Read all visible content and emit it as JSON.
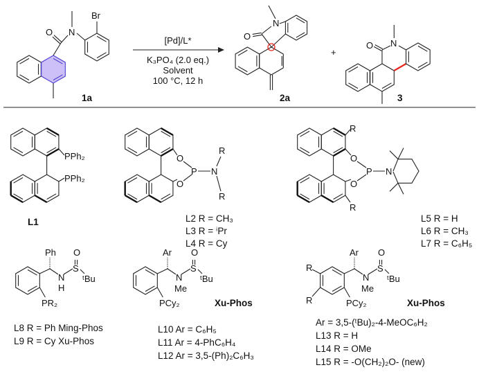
{
  "reaction": {
    "substrate_label": "1a",
    "product_label_spiro": "2a",
    "product_label_fused": "3",
    "plus": "+",
    "atoms": {
      "O": "O",
      "N": "N",
      "Br": "Br"
    },
    "conditions": {
      "catalyst": "[Pd]/",
      "ligand": "L*",
      "base": "K₃PO₄ (2.0 eq.)",
      "solvent": "Solvent",
      "temp_time": "100 °C, 12 h"
    },
    "colors": {
      "highlight_fill": "#cdbff7",
      "highlight_stroke": "#4b3fd6",
      "new_bond": "#e8251d"
    }
  },
  "ligands": {
    "L1": {
      "label": "L1",
      "sub": "PPh₂"
    },
    "binol_amine": {
      "atoms": {
        "O": "O",
        "P": "P",
        "N": "N",
        "R": "R"
      },
      "entries": [
        {
          "id": "L2",
          "text": " R = CH₃"
        },
        {
          "id": "L3",
          "text": " R = ⁱPr"
        },
        {
          "id": "L4",
          "text": " R = Cy"
        }
      ]
    },
    "binol_tmp": {
      "atoms": {
        "O": "O",
        "P": "P",
        "N": "N",
        "R": "R"
      },
      "entries": [
        {
          "id": "L5",
          "text": " R = H"
        },
        {
          "id": "L6",
          "text": " R = CH₃"
        },
        {
          "id": "L7",
          "text": " R = C₆H₅"
        }
      ]
    },
    "ming_phos": {
      "atoms": {
        "Ph": "Ph",
        "O": "O",
        "N": "N",
        "H": "H",
        "S": "S",
        "tBu": "ᵗBu",
        "P": "PR₂"
      },
      "entries": [
        {
          "id": "L8",
          "text": " R = Ph ",
          "name": "Ming-Phos"
        },
        {
          "id": "L9",
          "text": " R = Cy ",
          "name": "Xu-Phos"
        }
      ]
    },
    "xu_phos_a": {
      "atoms": {
        "Ar": "Ar",
        "O": "O",
        "N": "N",
        "Me": "Me",
        "S": "S",
        "tBu": "ᵗBu",
        "P": "PCy₂"
      },
      "name": "Xu-Phos",
      "entries": [
        {
          "id": "L10",
          "text": " Ar = C₆H₅"
        },
        {
          "id": "L11",
          "text": " Ar = 4-PhC₆H₄"
        },
        {
          "id": "L12",
          "text": " Ar = 3,5-(Ph)₂C₆H₃"
        }
      ]
    },
    "xu_phos_b": {
      "atoms": {
        "Ar": "Ar",
        "O": "O",
        "N": "N",
        "Me": "Me",
        "S": "S",
        "tBu": "ᵗBu",
        "P": "PCy₂",
        "R": "R"
      },
      "name": "Xu-Phos",
      "ar_def": "Ar = 3,5-(ᵗBu)₂-4-MeOC₆H₂",
      "entries": [
        {
          "id": "L13",
          "text": " R = H",
          "note": ""
        },
        {
          "id": "L14",
          "text": " R = OMe",
          "note": ""
        },
        {
          "id": "L15",
          "text": " R = -O(CH₂)₂O- (",
          "note": "new",
          "close": ")"
        }
      ]
    }
  }
}
